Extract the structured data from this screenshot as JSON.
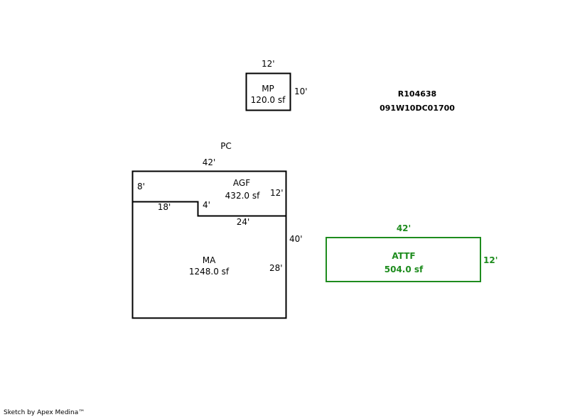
{
  "parcel": {
    "id": "R104638",
    "map_number": "091W10DC01700"
  },
  "areas": {
    "mp": {
      "label": "MP",
      "area": "120.0 sf",
      "top": "12'",
      "right": "10'"
    },
    "pc": {
      "label": "PC"
    },
    "agf": {
      "label": "AGF",
      "area": "432.0 sf",
      "top": "42'",
      "left": "8'",
      "right": "12'",
      "step": "4'",
      "bottom_left": "18'",
      "bottom_right": "24'"
    },
    "ma": {
      "label": "MA",
      "area": "1248.0 sf",
      "right_total": "40'",
      "right_inner": "28'"
    },
    "attf": {
      "label": "ATTF",
      "area": "504.0 sf",
      "top": "42'",
      "right": "12'",
      "color": "#1e8c1e"
    }
  },
  "footer": "Sketch by Apex Medina™"
}
